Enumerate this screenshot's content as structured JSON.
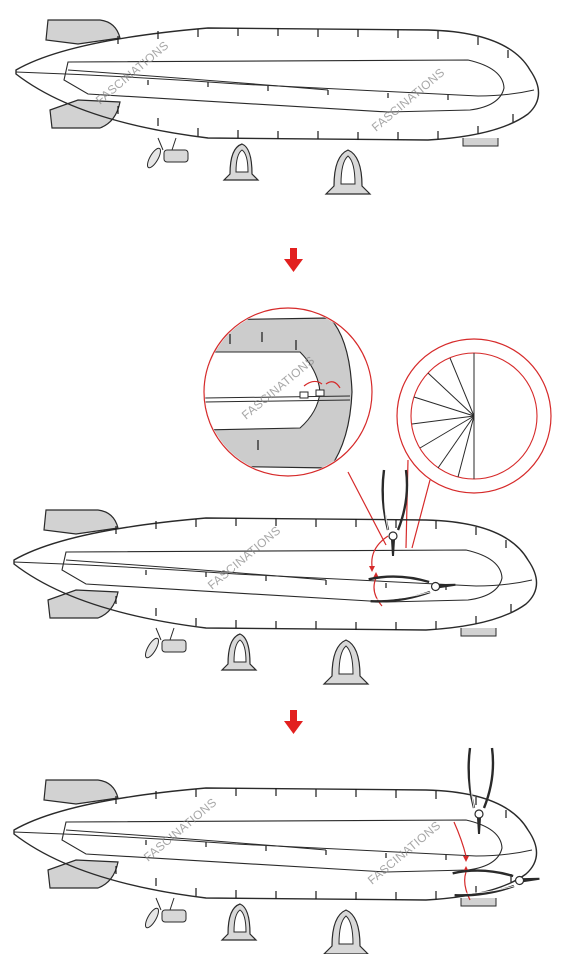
{
  "watermark": "FASCINATIONS",
  "colors": {
    "accent_red": "#d62a2a",
    "arrow_red": "#e2201f",
    "hull_light": "#dcdcdc",
    "hull_mid": "#c8c8c8",
    "hull_dark": "#b4b4b4",
    "outline": "#2a2a2a",
    "background": "#ffffff"
  },
  "steps": [
    {
      "id": "step-1",
      "shade": "light"
    },
    {
      "id": "step-2",
      "shade": "mid",
      "zoom_callouts": [
        "nose-detail-magnifier",
        "pie-segment-magnifier"
      ],
      "tools": [
        "pliers-upper",
        "pliers-lower"
      ]
    },
    {
      "id": "step-3",
      "shade": "dark",
      "tools": [
        "pliers-upper",
        "pliers-lower"
      ]
    }
  ],
  "arrows": [
    {
      "name": "down-arrow-1",
      "direction": "down"
    },
    {
      "name": "down-arrow-2",
      "direction": "down"
    }
  ]
}
